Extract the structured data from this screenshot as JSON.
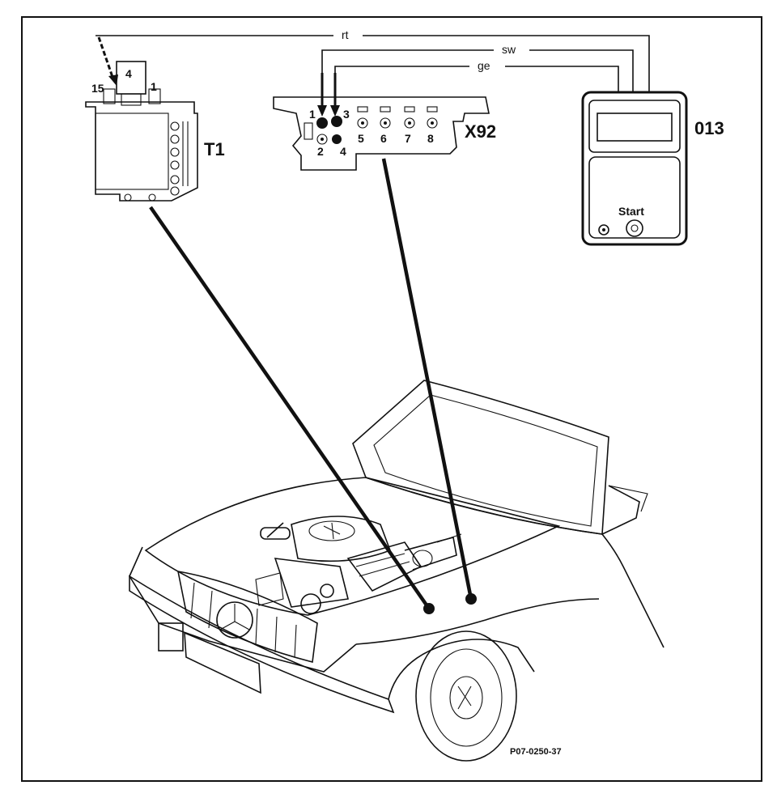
{
  "components": {
    "coil": {
      "label": "T1",
      "terminal_top": "4",
      "terminal_left": "15",
      "terminal_right": "1"
    },
    "socket": {
      "label": "X92",
      "pins": [
        "1",
        "3",
        "2",
        "4",
        "5",
        "6",
        "7",
        "8"
      ]
    },
    "tester": {
      "label": "013",
      "start_label": "Start"
    }
  },
  "wires": {
    "red": "rt",
    "black": "sw",
    "yellow": "ge"
  },
  "figure_code": "P07-0250-37",
  "colors": {
    "ink": "#111111",
    "paper": "#ffffff"
  }
}
